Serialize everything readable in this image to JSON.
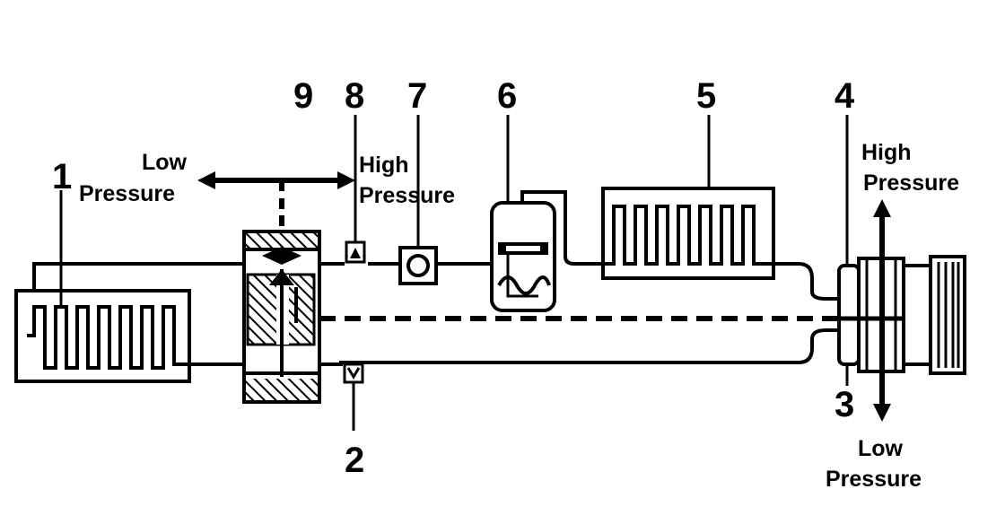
{
  "labels": {
    "n1": "1",
    "n2": "2",
    "n3": "3",
    "n4": "4",
    "n5": "5",
    "n6": "6",
    "n7": "7",
    "n8": "8",
    "n9": "9",
    "left_low": "Low",
    "left_pressure": "Pressure",
    "mid_high": "High",
    "mid_pressure": "Pressure",
    "right_high": "High",
    "right_pressure": "Pressure",
    "bottom_low": "Low",
    "bottom_pressure": "Pressure"
  }
}
